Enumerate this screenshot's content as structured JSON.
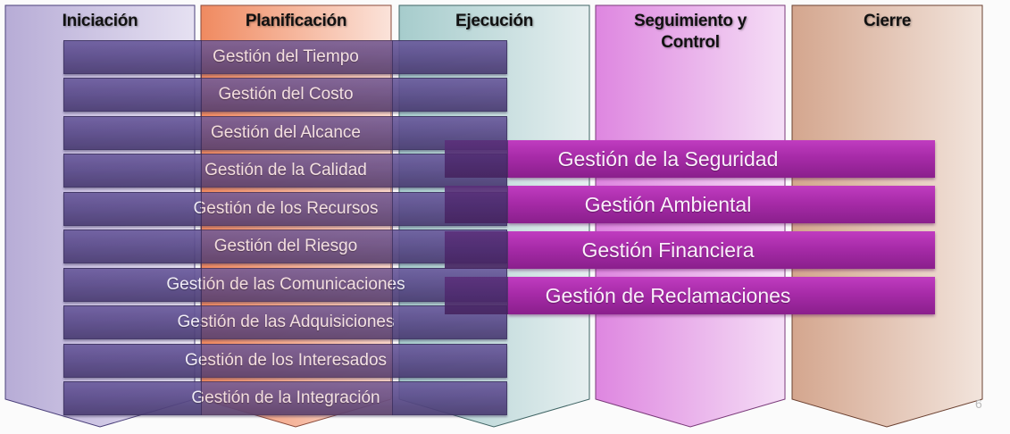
{
  "phases": [
    {
      "label": "Iniciación",
      "color_start": "#b7acd6",
      "color_end": "#e6e1f2",
      "border": "#4a3f7a"
    },
    {
      "label": "Planificación",
      "color_start": "#f08a60",
      "color_end": "#fbe3da",
      "border": "#8a4a3a"
    },
    {
      "label": "Ejecución",
      "color_start": "#a6cccc",
      "color_end": "#e6eff0",
      "border": "#3f6464"
    },
    {
      "label": "Seguimiento y Control",
      "label_line1": "Seguimiento y",
      "label_line2": "Control",
      "color_start": "#de86e0",
      "color_end": "#f5def6",
      "border": "#7a3a7a"
    },
    {
      "label": "Cierre",
      "color_start": "#d4a68e",
      "color_end": "#f2e4dc",
      "border": "#6b4030"
    }
  ],
  "knowledge_areas": [
    "Gestión  del Tiempo",
    "Gestión  del Costo",
    "Gestión  del Alcance",
    "Gestión  de la Calidad",
    "Gestión  de los Recursos",
    "Gestión  del Riesgo",
    "Gestión  de las Comunicaciones",
    "Gestión  de las Adquisiciones",
    "Gestión  de los Interesados",
    "Gestión  de la Integración"
  ],
  "extension_areas": [
    "Gestión de la Seguridad",
    "Gestión Ambiental",
    "Gestión Financiera",
    "Gestión de Reclamaciones"
  ],
  "colors": {
    "knowledge_bar": "#5c4d8c",
    "extension_bar": "#a72ba8"
  },
  "page_number": "6"
}
